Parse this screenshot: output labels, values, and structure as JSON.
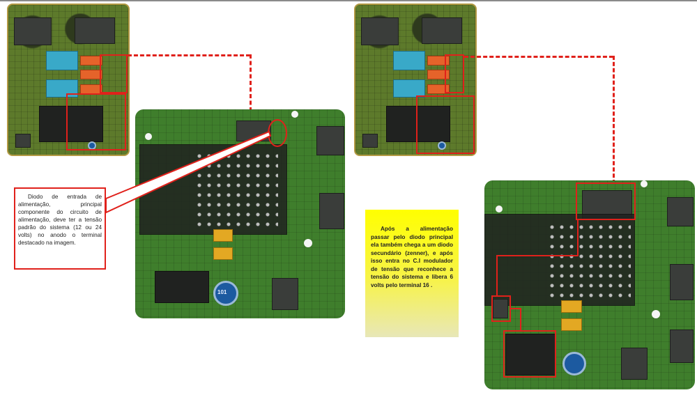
{
  "callout_left": {
    "text": "Diodo de entrada de alimentação, principal componente do circuito de alimentação, deve ter a tensão padrão do sistema (12 ou 24 volts) no anodo o terminal destacado na imagem."
  },
  "callout_right": {
    "text": "Após a alimentação passar pelo diodo principal ela também chega a um diodo secundário (zenner), e após isso entra no C.I modulador de tensão que reconhece a tensão do sistema e libera 6 volts pelo terminal 16 ."
  },
  "colors": {
    "accent_red": "#e0211b",
    "callout_yellow": "#ffff00",
    "pcb_green": "#3f7e2c"
  },
  "capacitor_marking": "101"
}
